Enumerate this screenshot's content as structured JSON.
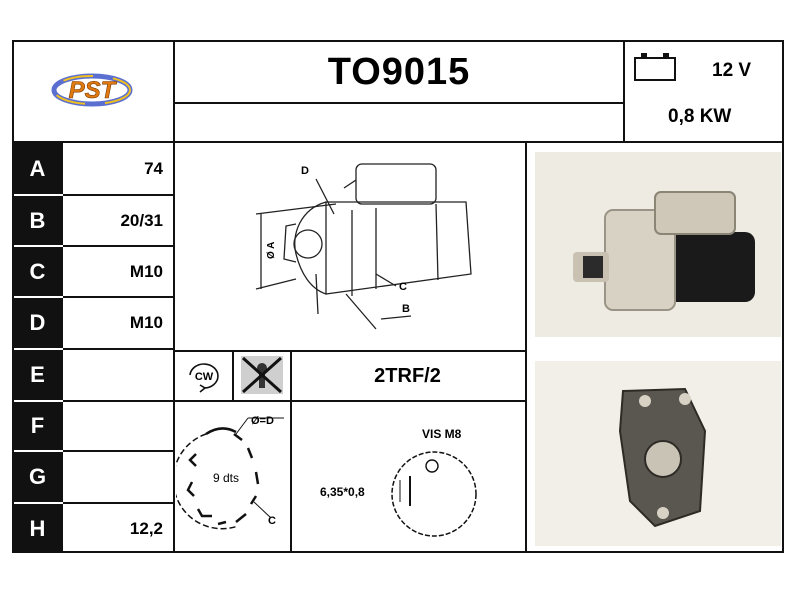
{
  "title": "TO9015",
  "logo_text": "PST",
  "specs": {
    "voltage": "12 V",
    "power": "0,8 KW"
  },
  "rows": [
    {
      "label": "A",
      "value": "74"
    },
    {
      "label": "B",
      "value": "20/31"
    },
    {
      "label": "C",
      "value": "M10"
    },
    {
      "label": "D",
      "value": "M10"
    },
    {
      "label": "E",
      "value": ""
    },
    {
      "label": "F",
      "value": ""
    },
    {
      "label": "G",
      "value": ""
    },
    {
      "label": "H",
      "value": "12,2"
    }
  ],
  "rotation_label": "CW",
  "code": "2TRF/2",
  "drawing_labels": {
    "d": "D",
    "c": "C",
    "b": "B",
    "dim": "Ø A"
  },
  "gear": {
    "teeth": "9 dts",
    "diameter": "Ø=D",
    "c": "C"
  },
  "mount": {
    "screw": "VIS M8",
    "dim": "6,35*0,8"
  }
}
